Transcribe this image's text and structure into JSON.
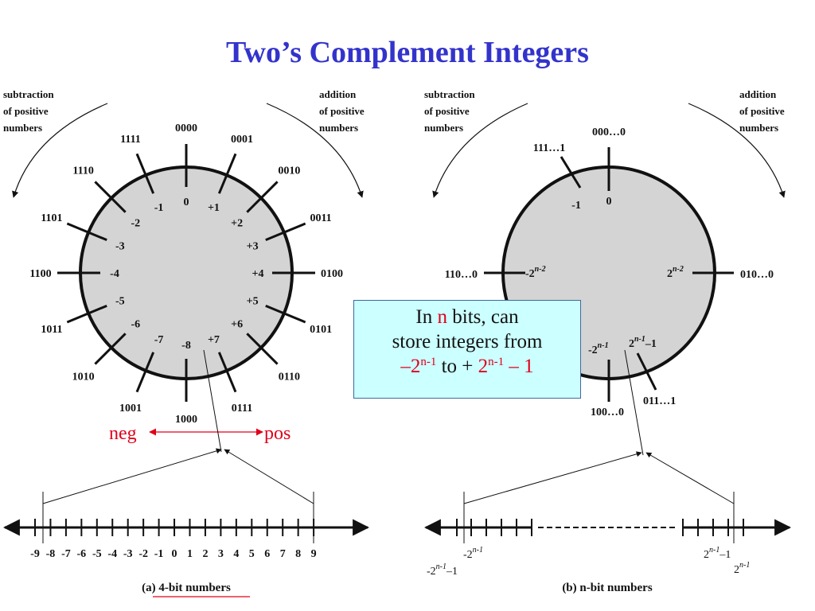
{
  "title": "Two’s Complement Integers",
  "left": {
    "sub_note": [
      "subtraction",
      "of positive",
      "numbers"
    ],
    "add_note": [
      "addition",
      "of positive",
      "numbers"
    ],
    "ring": [
      {
        "bits": "0000",
        "value": "0"
      },
      {
        "bits": "0001",
        "value": "+1"
      },
      {
        "bits": "0010",
        "value": "+2"
      },
      {
        "bits": "0011",
        "value": "+3"
      },
      {
        "bits": "0100",
        "value": "+4"
      },
      {
        "bits": "0101",
        "value": "+5"
      },
      {
        "bits": "0110",
        "value": "+6"
      },
      {
        "bits": "0111",
        "value": "+7"
      },
      {
        "bits": "1000",
        "value": "-8"
      },
      {
        "bits": "1001",
        "value": "-7"
      },
      {
        "bits": "1010",
        "value": "-6"
      },
      {
        "bits": "1011",
        "value": "-5"
      },
      {
        "bits": "1100",
        "value": "-4"
      },
      {
        "bits": "1101",
        "value": "-3"
      },
      {
        "bits": "1110",
        "value": "-2"
      },
      {
        "bits": "1111",
        "value": "-1"
      }
    ],
    "neg_label": "neg",
    "pos_label": "pos",
    "axis_labels": [
      "-9",
      "-8",
      "-7",
      "-6",
      "-5",
      "-4",
      "-3",
      "-2",
      "-1",
      "0",
      "1",
      "2",
      "3",
      "4",
      "5",
      "6",
      "7",
      "8",
      "9"
    ],
    "caption_prefix": "(a) ",
    "caption_main": "4-bit numbers"
  },
  "right": {
    "sub_note": [
      "subtraction",
      "of positive",
      "numbers"
    ],
    "add_note": [
      "addition",
      "of positive",
      "numbers"
    ],
    "bits": {
      "top": "000…0",
      "top_left": "111…1",
      "left": "110…0",
      "right": "010…0",
      "bottom": "100…0",
      "bottom_right": "011…1"
    },
    "vals": {
      "top": "0",
      "top_left": "-1",
      "left_base": "-2",
      "right_base": "2",
      "bottom_base": "-2",
      "bottom_right_base": "2",
      "bottom_right_tail": "–1"
    },
    "exps": {
      "n_minus_2": "n-2",
      "n_minus_1": "n-1"
    },
    "axis": {
      "l1_base": "-2",
      "l2_base": "-2",
      "l2_tail": "–1",
      "r1_base": "2",
      "r1_tail": "–1",
      "r2_base": "2"
    },
    "caption": "(b) n-bit numbers"
  },
  "info": {
    "l1_a": "In ",
    "l1_n": "n",
    "l1_b": " bits, can",
    "l2": "store integers from",
    "l3_minus": "–2",
    "l3_exp1": "n-1",
    "l3_mid": " to + ",
    "l3_two": "2",
    "l3_exp2": "n-1",
    "l3_tail": " – 1"
  },
  "colors": {
    "title": "#3333cc",
    "accent_red": "#e0001b",
    "circle_fill": "#d4d4d4",
    "info_bg": "#ccffff"
  }
}
